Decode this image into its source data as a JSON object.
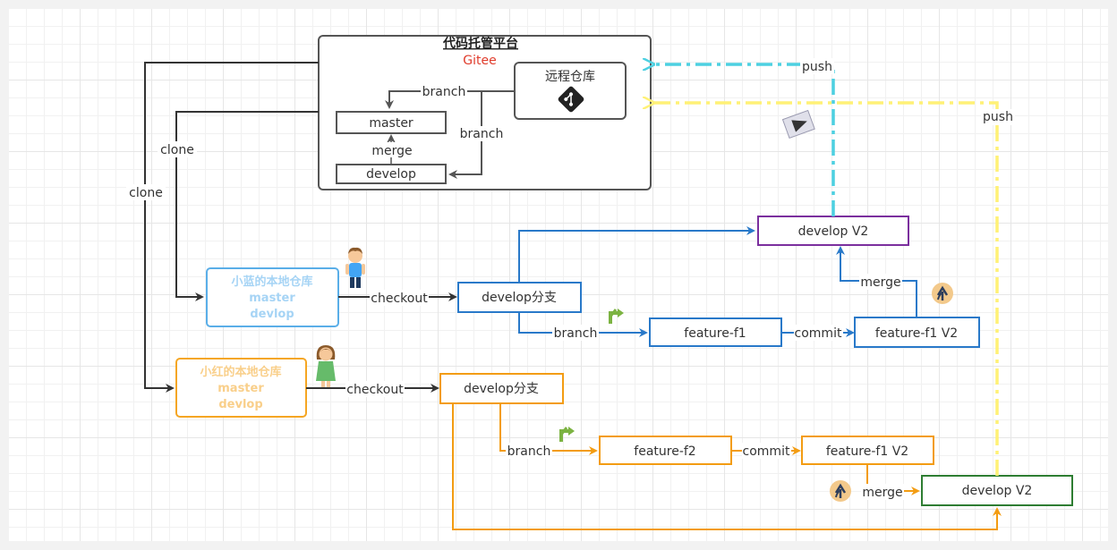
{
  "platform": {
    "title": "代码托管平台",
    "subtitle": "Gitee",
    "remote_repo": "远程仓库",
    "master": "master",
    "develop": "develop",
    "branch_label_top": "branch",
    "branch_label_right": "branch",
    "merge_label": "merge"
  },
  "clone_labels": {
    "blue": "clone",
    "orange": "clone"
  },
  "blue_flow": {
    "local_title": "小蓝的本地仓库",
    "local_master": "master",
    "local_develop": "devlop",
    "checkout": "checkout",
    "develop_branch": "develop分支",
    "branch": "branch",
    "feature": "feature-f1",
    "commit": "commit",
    "feature_v2": "feature-f1 V2",
    "merge": "merge",
    "develop_v2": "develop V2",
    "push": "push",
    "color": "#2979c9",
    "push_color": "#4dd0e1",
    "develop_v2_border": "#7b2f9e"
  },
  "orange_flow": {
    "local_title": "小红的本地仓库",
    "local_master": "master",
    "local_develop": "devlop",
    "checkout": "checkout",
    "develop_branch": "develop分支",
    "branch": "branch",
    "feature": "feature-f2",
    "commit": "commit",
    "feature_v2": "feature-f1 V2",
    "merge": "merge",
    "develop_v2": "develop V2",
    "push": "push",
    "color": "#f39c12",
    "push_color": "#fff176",
    "develop_v2_border": "#2e7d32"
  }
}
